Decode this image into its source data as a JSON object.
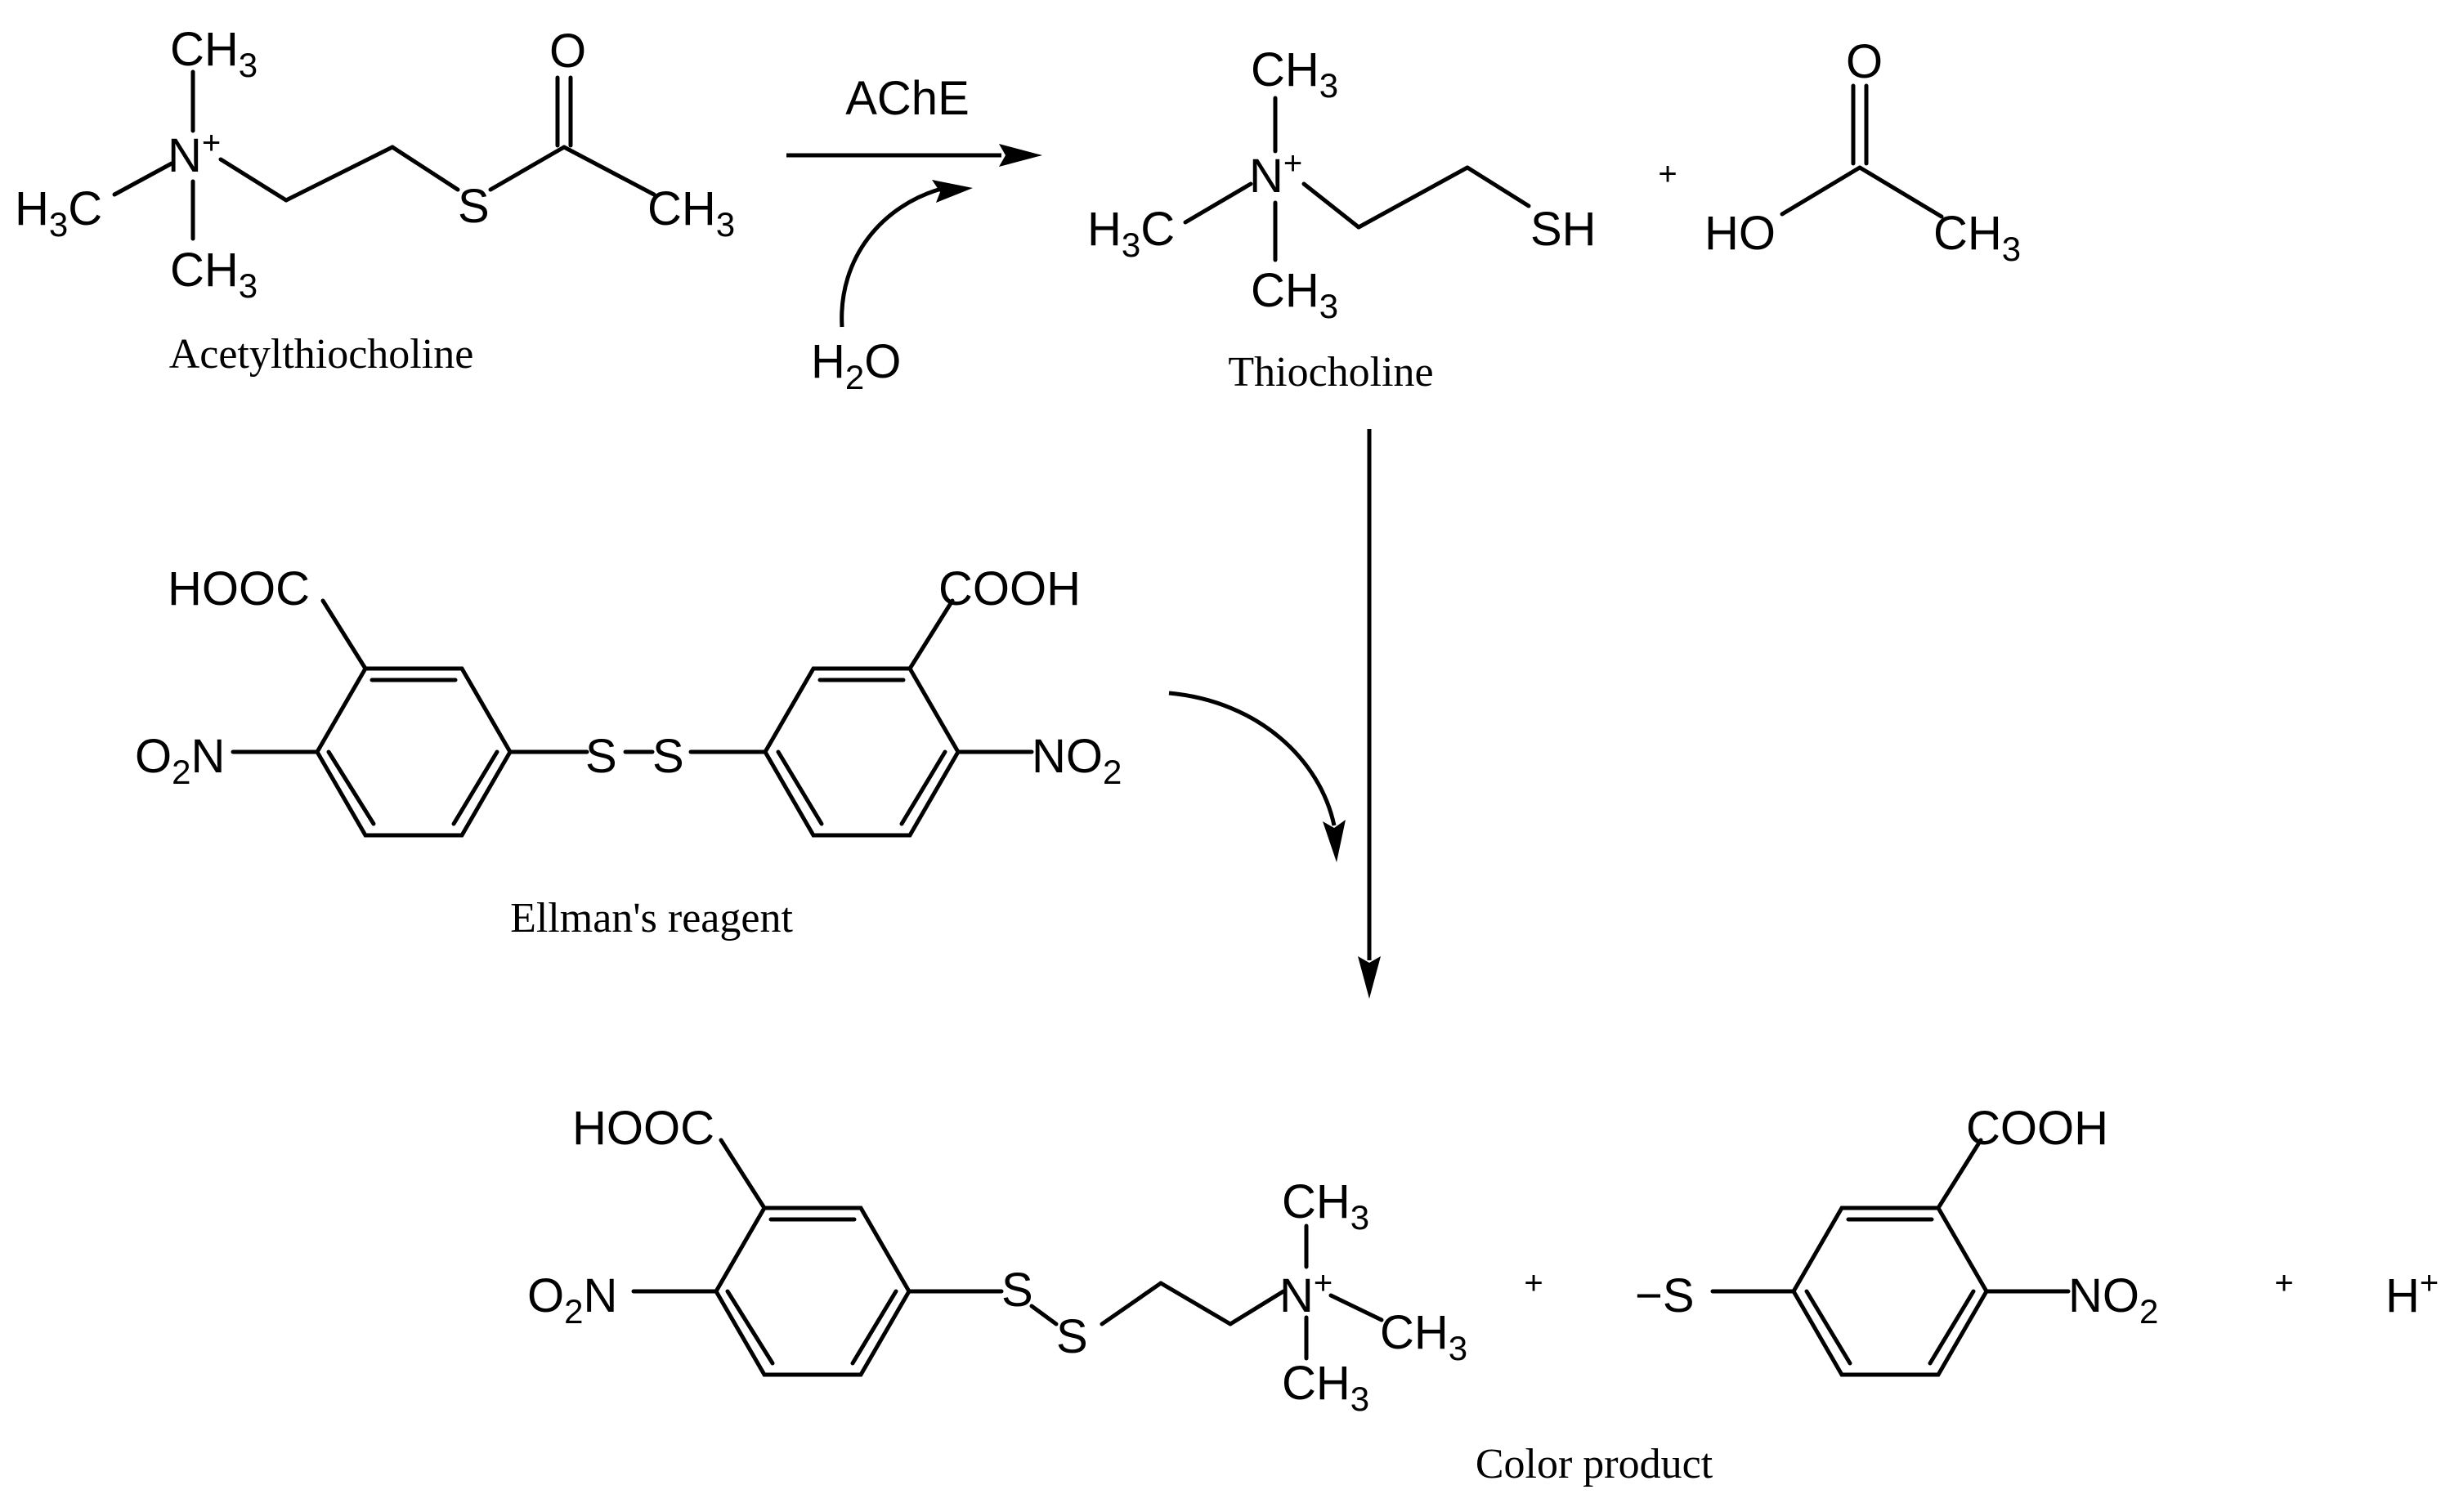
{
  "title": "",
  "atoms": {
    "ch3": "CH3",
    "h3c": "H3C",
    "n_plus": "N+",
    "s": "S",
    "sh": "SH",
    "o": "O",
    "ho": "HO",
    "hooc": "HOOC",
    "cooh": "COOH",
    "o2n": "O2N",
    "no2": "NO2",
    "s_minus": "−S",
    "h_plus": "H+"
  },
  "reaction": {
    "enzyme_label": "AChE",
    "water_label": "H2O",
    "plus_sign": "+"
  },
  "compounds": {
    "substrate": "Acetylthiocholine",
    "product": "Thiocholine",
    "reagent": "Ellman's reagent",
    "final": "Color product"
  },
  "colors": {
    "ink": "#000000",
    "background": "#ffffff"
  }
}
